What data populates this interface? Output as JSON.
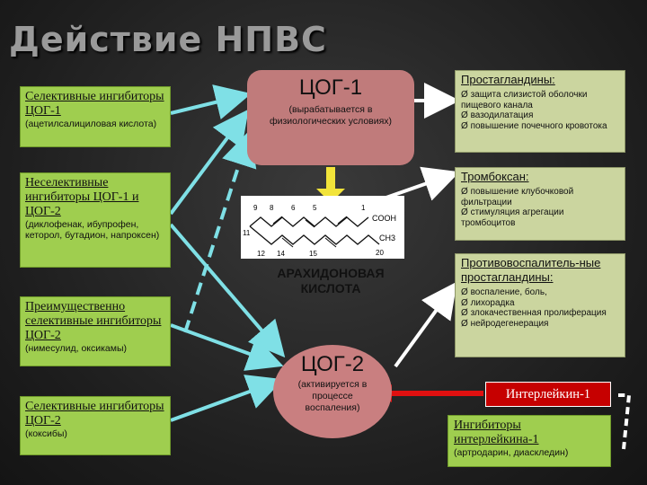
{
  "title": "Действие НПВС",
  "left": {
    "box1": {
      "heading": "Селективные ингибиторы ЦОГ-1",
      "note": "(ацетилсалициловая кислота)"
    },
    "box2": {
      "heading": "Неселективные ингибиторы ЦОГ-1 и ЦОГ-2",
      "note": "(диклофенак, ибупрофен, кеторол, бутадион, напроксен)"
    },
    "box3": {
      "heading": "Преимущественно селективные ингибиторы ЦОГ-2",
      "note": "(нимесулид, оксикамы)"
    },
    "box4": {
      "heading": "Селективные ингибиторы ЦОГ-2",
      "note": "(коксибы)"
    }
  },
  "center": {
    "cog1": {
      "title": "ЦОГ-1",
      "sub": "(вырабатывается в физиологических условиях)"
    },
    "molecule": {
      "numbers": [
        "9",
        "8",
        "6",
        "5",
        "1",
        "12",
        "14",
        "15",
        "11",
        "20"
      ],
      "cooh": "COOH",
      "ch3": "CH3"
    },
    "acid": "АРАХИДОНОВАЯ КИСЛОТА",
    "cog2": {
      "title": "ЦОГ-2",
      "sub": "(активируется в процессе воспаления)"
    }
  },
  "right": {
    "prostaglandins": {
      "heading": "Простагландины:",
      "items": [
        "защита слизистой оболочки пищевого канала",
        "вазодилатация",
        "повышение почечного кровотока"
      ]
    },
    "thromboxane": {
      "heading": "Тромбоксан:",
      "items": [
        "повышение клубочковой фильтрации",
        "стимуляция агрегации тромбоцитов"
      ]
    },
    "pro_inflammatory": {
      "heading": "Противовоспалитель-ные простагландины:",
      "items": [
        "воспаление, боль,",
        "лихорадка",
        "злокачественная пролиферация",
        "нейродегенерация"
      ]
    },
    "interleukin": {
      "label": "Интерлейкин-1"
    },
    "il_inhibitors": {
      "heading": "Ингибиторы интерлейкина-1",
      "note": "(артродарин, диаскледин)"
    }
  },
  "bullet": "Ø",
  "colors": {
    "green_box": "#9fce4f",
    "olive_box": "#cbd59f",
    "cog_pink": "#c07b7b",
    "arrow_cyan": "#7fe0e6",
    "arrow_yellow": "#f2e43a",
    "il_red": "#c60000",
    "arrow_red": "#e01010",
    "arrow_white": "#ffffff"
  }
}
